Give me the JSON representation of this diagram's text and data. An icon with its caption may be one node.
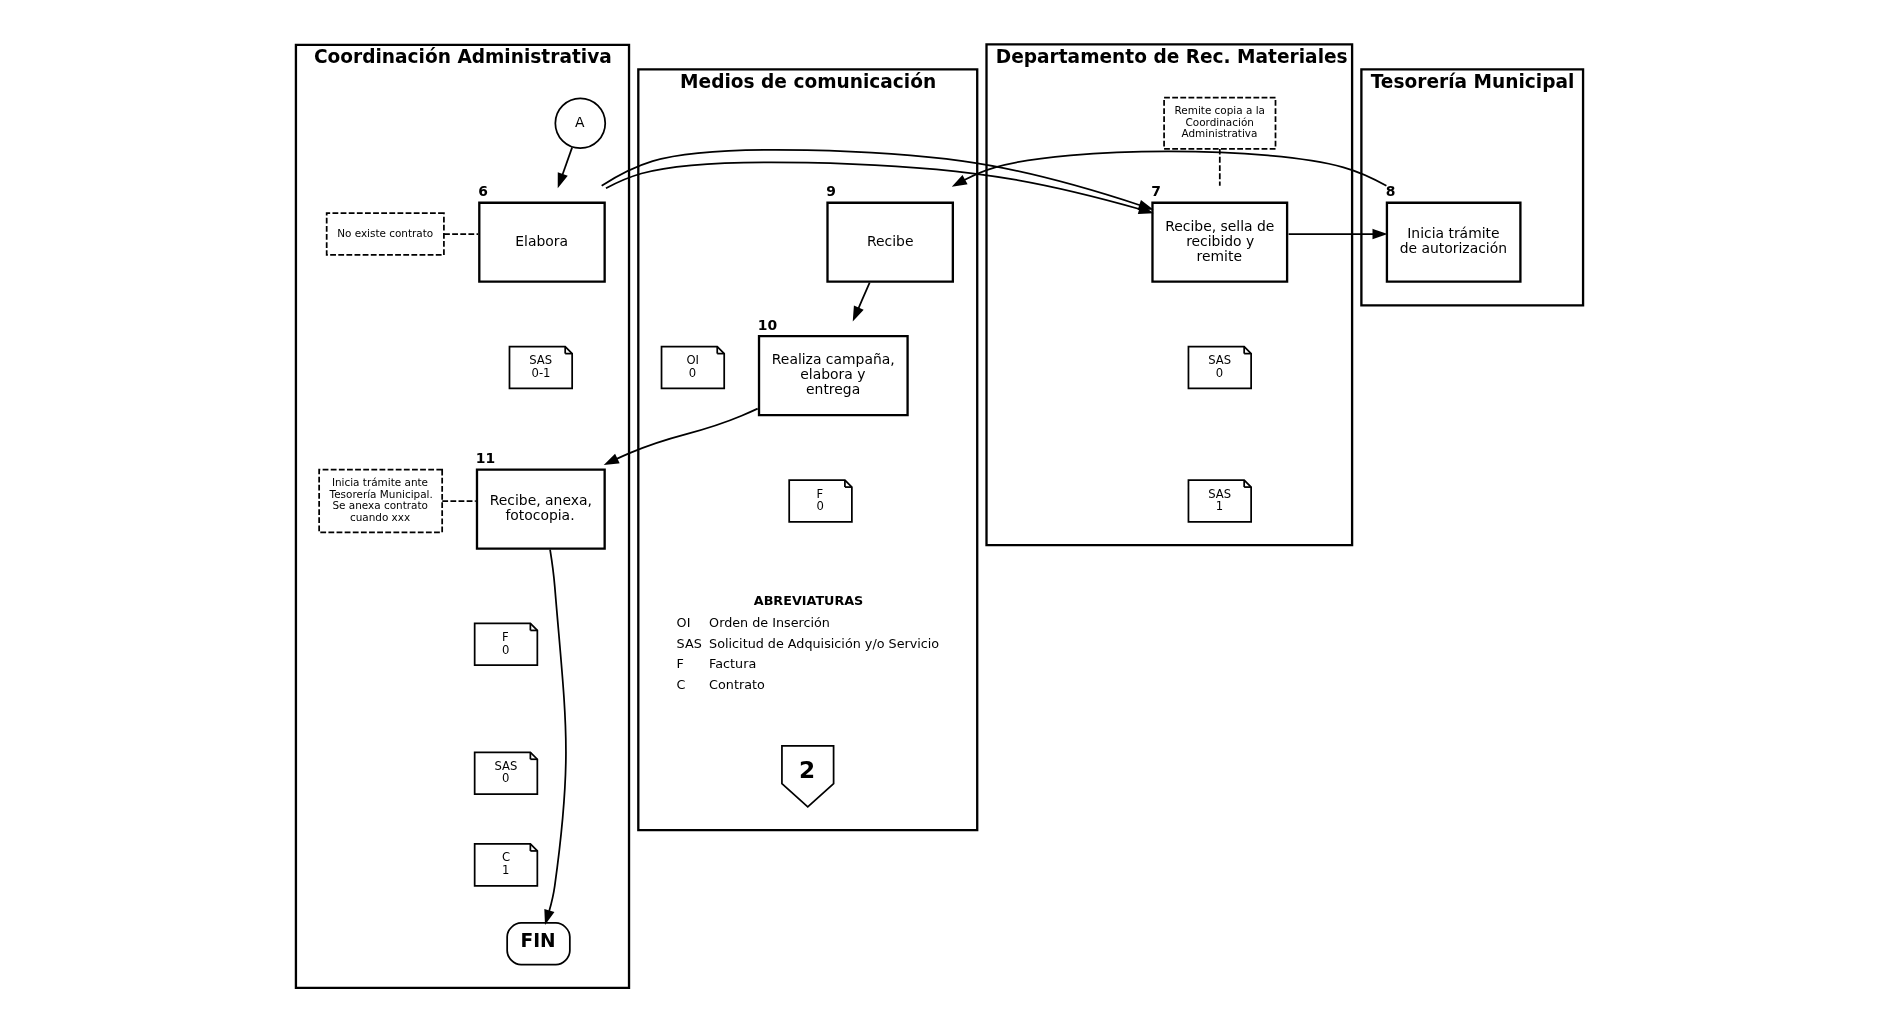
{
  "diagram": {
    "nodes": [
      {
        "text": [
          "Coordinación Administrativa"
        ]
      },
      {
        "text": [
          "Departamento de Rec. Materiales"
        ]
      },
      {
        "text": [
          "Tesorería Municipal"
        ]
      },
      {
        "text": [
          "Medios de comunicación"
        ]
      },
      {
        "text": [
          "A"
        ],
        "in": 0
      },
      {
        "text": [
          "Elabora"
        ],
        "beside": [
          "6"
        ],
        "in": 0
      },
      {
        "text": [
          "No existe contrato"
        ],
        "in": 0
      },
      {
        "text": [
          "SAS",
          "0-1"
        ],
        "in": 0
      },
      {
        "text": [
          "Recibe, sella de recibido y remite"
        ],
        "beside": [
          "7"
        ],
        "in": 1
      },
      {
        "text": [
          "Remite copia a la Coordinación Administrativa"
        ],
        "in": 1
      },
      {
        "text": [
          "SAS",
          "0"
        ],
        "in": 1
      },
      {
        "text": [
          "SAS",
          "1"
        ],
        "in": 1
      },
      {
        "text": [
          "Inicia trámite de autorización"
        ],
        "beside": [
          "8"
        ],
        "in": 2
      },
      {
        "text": [
          "Recibe"
        ],
        "beside": [
          "9"
        ],
        "in": 3
      },
      {
        "text": [
          "OI",
          "0"
        ],
        "in": 3
      },
      {
        "text": [
          "Realiza campaña, elabora y entrega"
        ],
        "beside": [
          "10"
        ],
        "in": 3
      },
      {
        "text": [
          "F",
          "0"
        ],
        "in": 3
      },
      {
        "text": [
          "Recibe, anexa, fotocopia."
        ],
        "beside": [
          "11"
        ],
        "in": 0
      },
      {
        "text": [
          "Inicia trámite ante Tesorería Municipal. Se anexa contrato cuando xxx"
        ],
        "in": 0
      },
      {
        "text": [
          "F",
          "0"
        ],
        "in": 0
      },
      {
        "text": [
          "SAS",
          "0"
        ],
        "in": 0
      },
      {
        "text": [
          "C",
          "1"
        ],
        "in": 0
      },
      {
        "text": [
          "FIN"
        ],
        "in": 0
      },
      {
        "text": [
          "2"
        ],
        "in": 3
      }
    ],
    "edges": [
      {
        "from": 4,
        "to": 5,
        "arrow": "to"
      },
      {
        "from": 6,
        "to": 5,
        "arrow": "none",
        "style": "dashed"
      },
      {
        "from": 5,
        "to": 8,
        "arrow": "to"
      },
      {
        "from": 9,
        "to": 8,
        "arrow": "none",
        "style": "dashed"
      },
      {
        "from": 8,
        "to": 12,
        "arrow": "to"
      },
      {
        "from": 12,
        "to": 13,
        "arrow": "to"
      },
      {
        "from": 13,
        "to": 15,
        "arrow": "to"
      },
      {
        "from": 15,
        "to": 17,
        "arrow": "to"
      },
      {
        "from": 18,
        "to": 17,
        "arrow": "none",
        "style": "dashed"
      },
      {
        "from": 17,
        "to": 22,
        "arrow": "to"
      }
    ],
    "labels": [
      "ABREVIATURAS",
      "OI",
      "Orden de Inserción",
      "SAS",
      "Solicitud de Adquisición y/o Servicio",
      "F",
      "Factura",
      "C",
      "Contrato"
    ]
  }
}
